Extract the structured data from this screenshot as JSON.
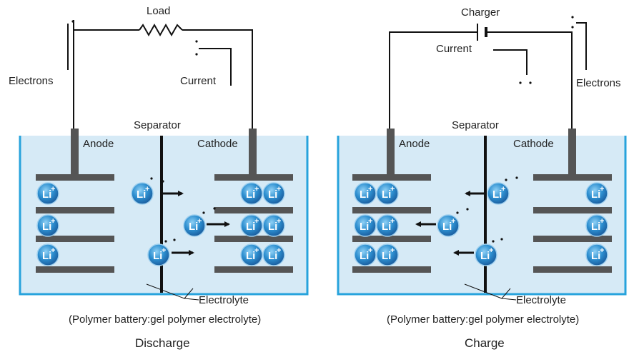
{
  "labels": {
    "load": "Load",
    "electrons": "Electrons",
    "current": "Current",
    "separator": "Separator",
    "anode": "Anode",
    "cathode": "Cathode",
    "charger": "Charger",
    "electrolyte": "Electrolyte",
    "electrolyte_note": "(Polymer battery:gel polymer electrolyte)",
    "discharge": "Discharge",
    "charge": "Charge",
    "ion_symbol": "Li",
    "ion_charge": "+"
  },
  "colors": {
    "electrolyte_fill": "#d6eaf6",
    "tank_border": "#27a3dc",
    "electrode": "#555555",
    "ion_fill": "#2d8fd0",
    "ion_edge": "#9fd0ef",
    "wire": "#111111"
  },
  "icons": [
    "resistor-icon",
    "battery-icon",
    "lithium-ion-icon",
    "arrow-icon",
    "electron-dot-icon"
  ]
}
